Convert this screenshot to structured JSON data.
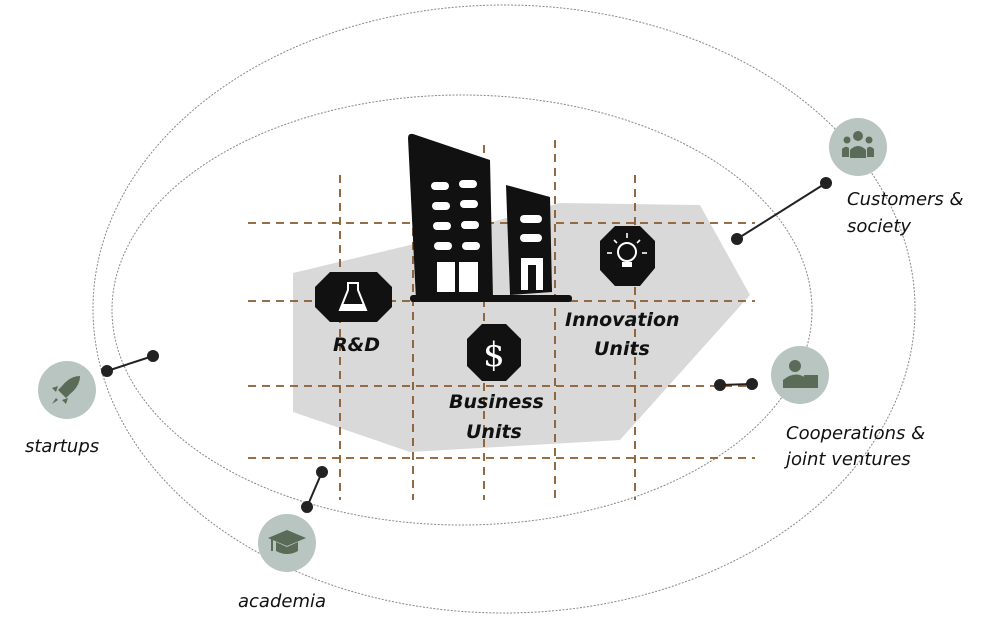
{
  "center": {
    "labels": {
      "rd": "R&D",
      "business": [
        "Business",
        "Units"
      ],
      "innovation": [
        "Innovation",
        "Units"
      ]
    },
    "icons": [
      "building-icon",
      "flask-icon",
      "dollar-icon",
      "lightbulb-icon"
    ]
  },
  "stakeholders": {
    "customers": {
      "lines": [
        "Customers &",
        "society"
      ],
      "icon": "people-icon"
    },
    "cooperations": {
      "lines": [
        "Cooperations &",
        "joint ventures"
      ],
      "icon": "person-box-icon"
    },
    "startups": {
      "lines": [
        "startups"
      ],
      "icon": "rocket-icon"
    },
    "academia": {
      "lines": [
        "academia"
      ],
      "icon": "graduation-cap-icon"
    }
  },
  "colors": {
    "grid": "#8a5a2b",
    "badge": "#b9c5c0",
    "badge_icon": "#5a6b57",
    "region": "#d9d9d9"
  }
}
